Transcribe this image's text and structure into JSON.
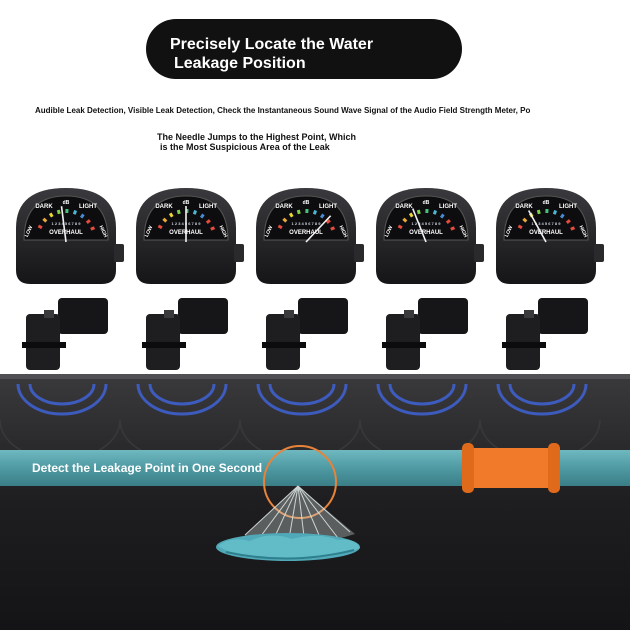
{
  "title": {
    "line1": "Precisely Locate the Water",
    "line2": "Leakage Position"
  },
  "subtitle": "Audible Leak Detection, Visible Leak Detection, Check the Instantaneous Sound Wave Signal of the Audio Field Strength Meter, Po",
  "note": {
    "line1": "The Needle Jumps to the Highest Point, Which",
    "line2": "is the Most Suspicious Area of the Leak"
  },
  "gauge": {
    "dark": "DARK",
    "db": "dB",
    "light": "LIGHT",
    "low": "LOW",
    "high": "HIGH",
    "overhaul": "OVERHAUL",
    "scale": "1 2 3 4 5 6 7 8 9"
  },
  "gauges": [
    {
      "needle_level": 0.45
    },
    {
      "needle_level": 0.5
    },
    {
      "needle_level": 0.8
    },
    {
      "needle_level": 0.35
    },
    {
      "needle_level": 0.3
    }
  ],
  "banner_text": "Detect the Leakage Point in One Second",
  "colors": {
    "pill": "#111111",
    "ground": "#1c1c1e",
    "pipe": "#4f9aa3",
    "clamp": "#f07a2a",
    "wave": "#3f63d6",
    "water": "#4fa9b8"
  }
}
